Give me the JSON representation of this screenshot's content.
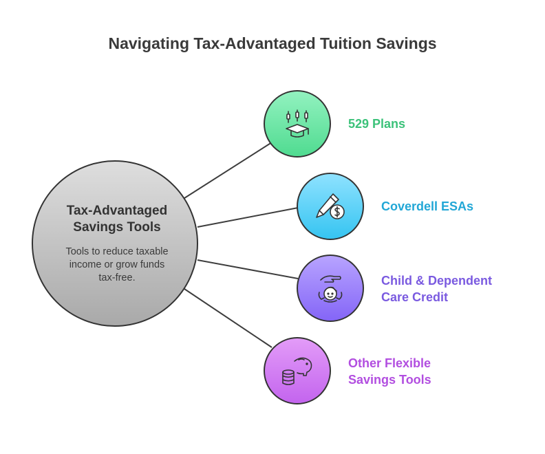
{
  "title": "Navigating Tax-Advantaged Tuition Savings",
  "center": {
    "title_line1": "Tax-Advantaged",
    "title_line2": "Savings Tools",
    "desc_line1": "Tools to reduce taxable",
    "desc_line2": "income or grow funds",
    "desc_line3": "tax-free."
  },
  "nodes": [
    {
      "line1": "529 Plans",
      "line2": "",
      "color": "#3cc27a",
      "icon": "graduation-cap-chart-icon"
    },
    {
      "line1": "Coverdell ESAs",
      "line2": "",
      "color": "#22a7d6",
      "icon": "pencil-dollar-icon"
    },
    {
      "line1": "Child & Dependent",
      "line2": "Care Credit",
      "color": "#7a5ae0",
      "icon": "hand-child-icon"
    },
    {
      "line1": "Other Flexible",
      "line2": "Savings Tools",
      "color": "#b24ee0",
      "icon": "piggy-bank-coins-icon"
    }
  ]
}
